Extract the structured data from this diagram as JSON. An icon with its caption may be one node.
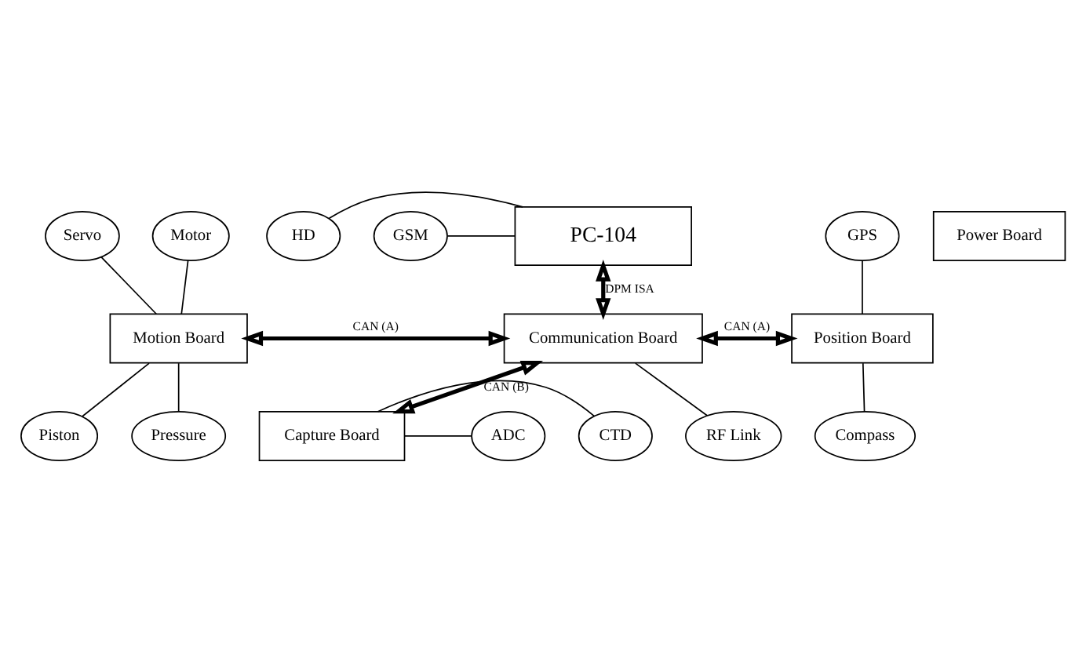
{
  "diagram": {
    "nodes": [
      {
        "text": [
          "PC-104"
        ]
      },
      {
        "text": [
          "GSM"
        ]
      },
      {
        "text": [
          "HD"
        ]
      },
      {
        "text": [
          "Power Board"
        ]
      },
      {
        "text": [
          "Motor"
        ]
      },
      {
        "text": [
          "Servo"
        ]
      },
      {
        "text": [
          "GPS"
        ]
      },
      {
        "text": [
          "Motion Board"
        ]
      },
      {
        "text": [
          "Communication Board"
        ]
      },
      {
        "text": [
          "Position Board"
        ]
      },
      {
        "text": [
          "RF Link"
        ]
      },
      {
        "text": [
          "Piston"
        ]
      },
      {
        "text": [
          "Pressure"
        ]
      },
      {
        "text": [
          "Compass"
        ]
      },
      {
        "text": [
          "Capture Board"
        ]
      },
      {
        "text": [
          "CTD"
        ]
      },
      {
        "text": [
          "ADC"
        ]
      }
    ],
    "edges": [
      {
        "from": 1,
        "to": 0,
        "arrow": "none"
      },
      {
        "from": 2,
        "to": 0,
        "arrow": "none"
      },
      {
        "from": 0,
        "to": 8,
        "arrow": "both",
        "label": "DPM ISA",
        "style": "thick"
      },
      {
        "from": 4,
        "to": 7,
        "arrow": "none"
      },
      {
        "from": 5,
        "to": 7,
        "arrow": "none"
      },
      {
        "from": 7,
        "to": 8,
        "arrow": "both",
        "label": "CAN (A)",
        "style": "thick"
      },
      {
        "from": 8,
        "to": 9,
        "arrow": "both",
        "label": "CAN (A)",
        "style": "thick"
      },
      {
        "from": 6,
        "to": 9,
        "arrow": "none"
      },
      {
        "from": 8,
        "to": 10,
        "arrow": "none"
      },
      {
        "from": 7,
        "to": 11,
        "arrow": "none"
      },
      {
        "from": 7,
        "to": 12,
        "arrow": "none"
      },
      {
        "from": 9,
        "to": 13,
        "arrow": "none"
      },
      {
        "from": 8,
        "to": 14,
        "arrow": "both",
        "label": "CAN (B)",
        "style": "thick"
      },
      {
        "from": 14,
        "to": 15,
        "arrow": "none"
      },
      {
        "from": 14,
        "to": 16,
        "arrow": "none"
      }
    ]
  }
}
